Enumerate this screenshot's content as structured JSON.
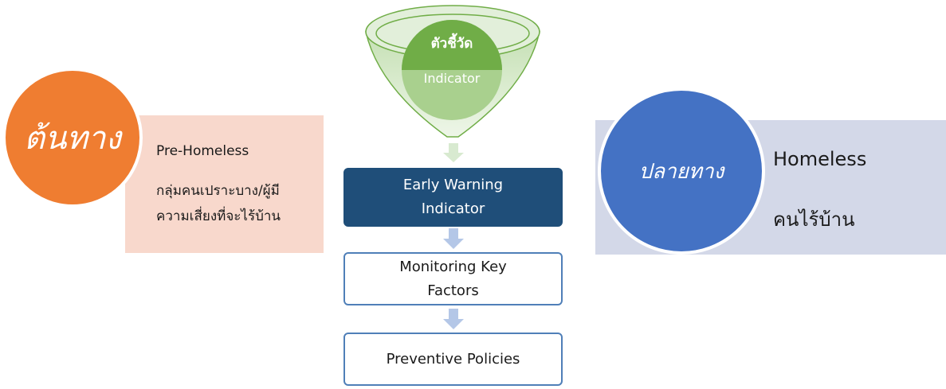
{
  "source": {
    "circle_label": "ต้นทาง",
    "title": "Pre-Homeless",
    "description_line1": "กลุ่มคนเปราะบาง/ผู้มี",
    "description_line2": "ความเสี่ยงที่จะไร้บ้าน"
  },
  "indicator": {
    "label_th": "ตัวชี้วัด",
    "label_en": "Indicator"
  },
  "flow": {
    "early_warning_line1": "Early Warning",
    "early_warning_line2": "Indicator",
    "monitoring_line1": "Monitoring Key",
    "monitoring_line2": "Factors",
    "preventive": "Preventive Policies"
  },
  "destination": {
    "circle_label": "ปลายทาง",
    "title_en": "Homeless",
    "title_th": "คนไร้บ้าน"
  },
  "colors": {
    "orange": "#ef7d31",
    "peach_panel": "#f8d8cc",
    "blue_circle": "#4472c4",
    "lavender_panel": "#d3d8e8",
    "dark_blue_box": "#1f4e79",
    "green": "#70ad47",
    "arrow": "#b4c7e7"
  }
}
